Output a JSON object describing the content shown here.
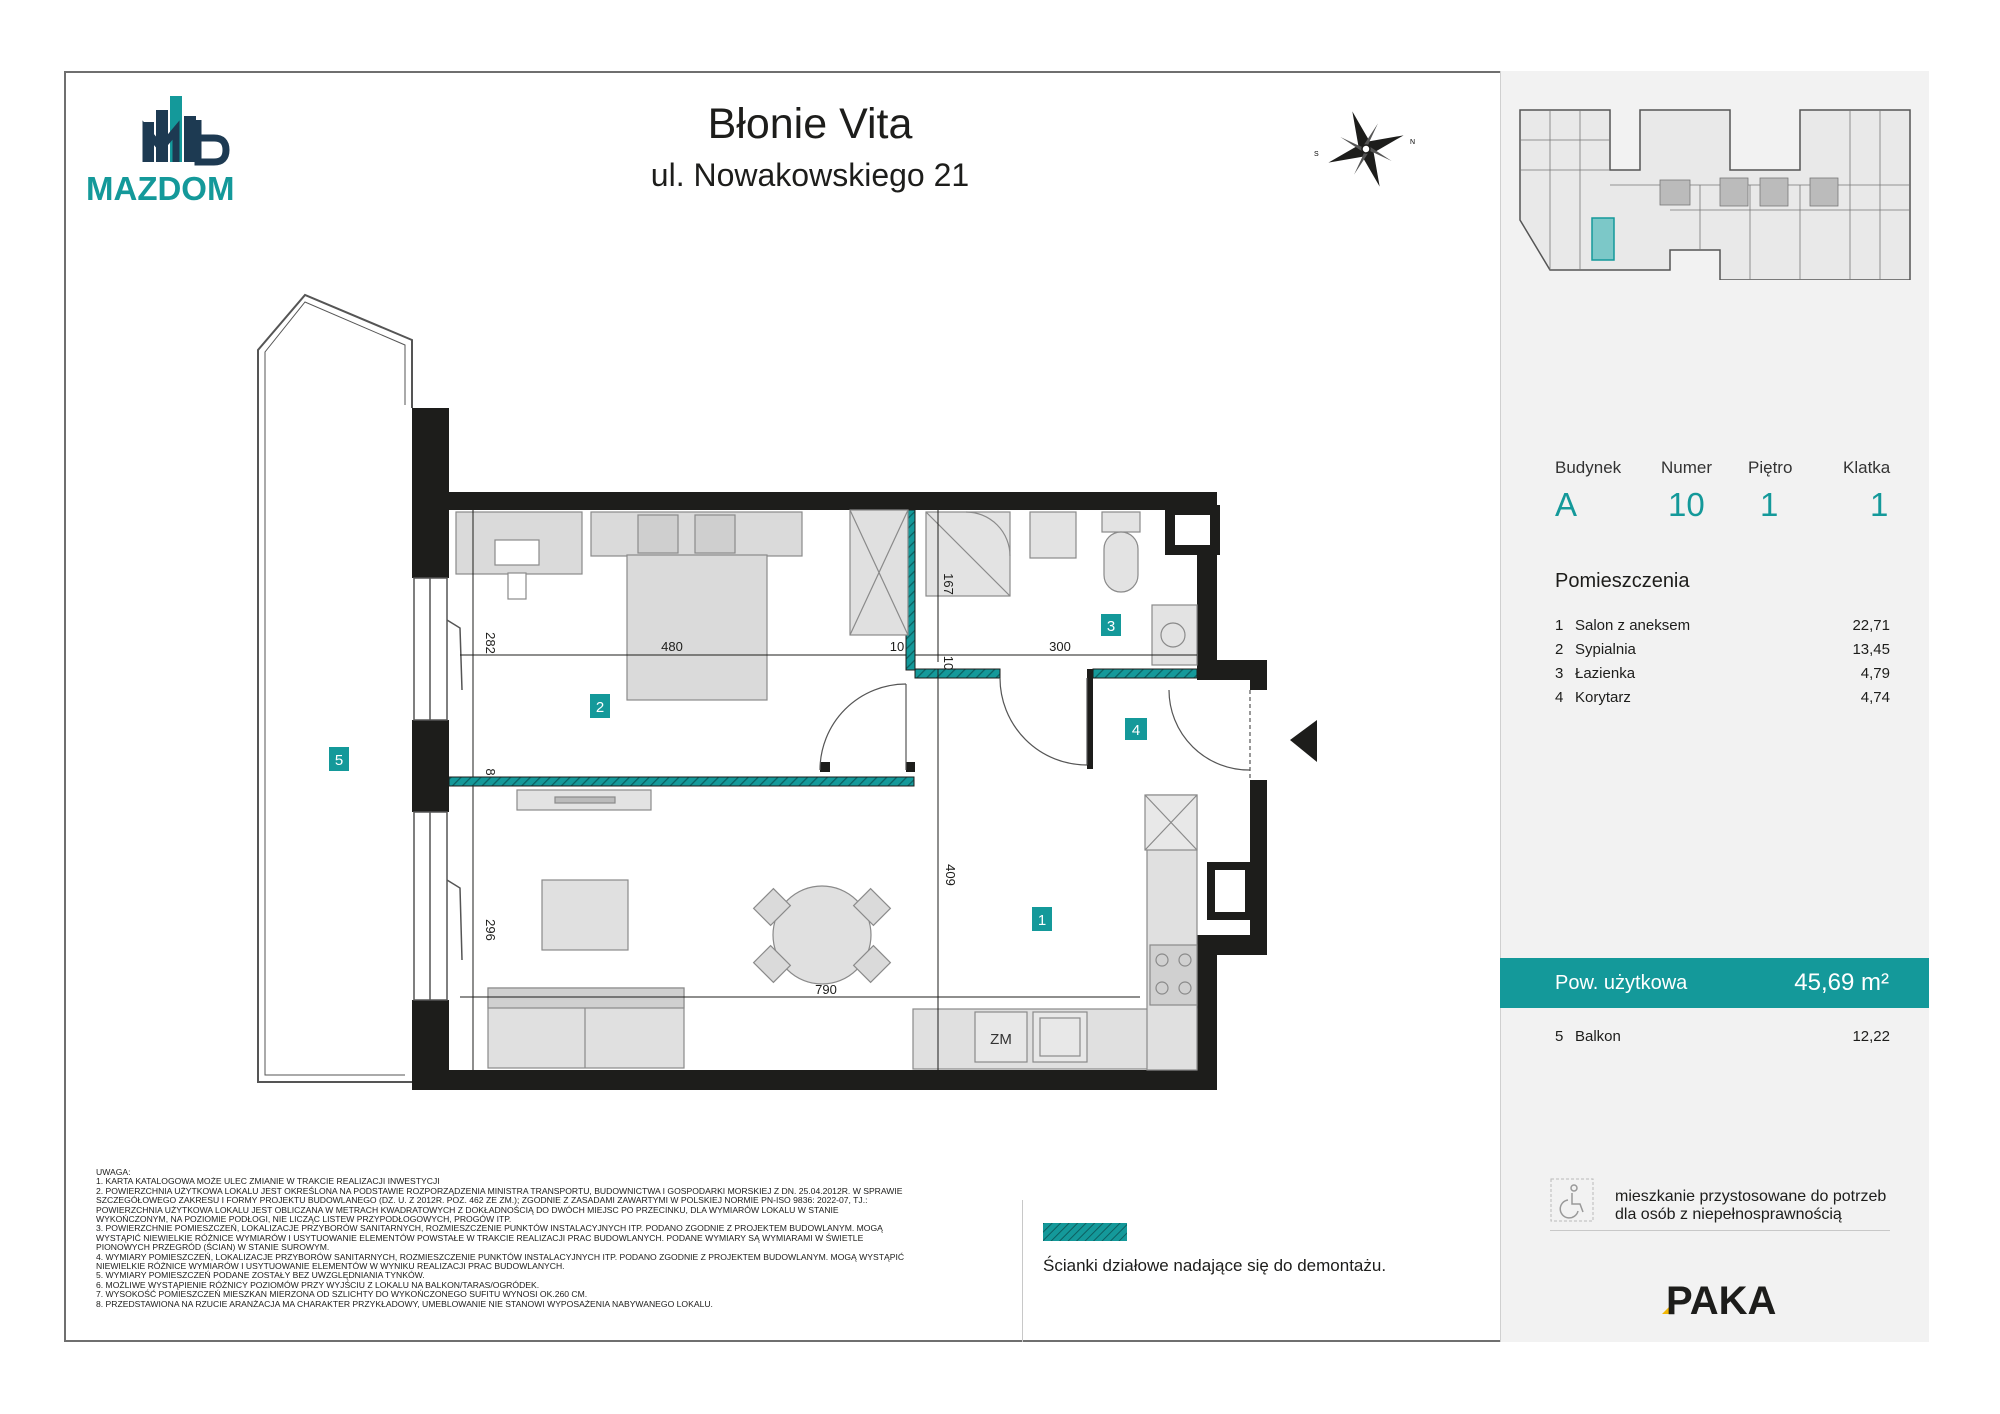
{
  "header": {
    "title": "Błonie Vita",
    "subtitle": "ul. Nowakowskiego 21"
  },
  "logo": {
    "name": "MAZDOM",
    "brand_color": "#14999a"
  },
  "compass": {
    "north_label": "N",
    "south_label": "S"
  },
  "info": {
    "labels": [
      "Budynek",
      "Numer",
      "Piętro",
      "Klatka"
    ],
    "values": [
      "A",
      "10",
      "1",
      "1"
    ]
  },
  "rooms_title": "Pomieszczenia",
  "rooms": [
    {
      "num": "1",
      "name": "Salon z aneksem",
      "area": "22,71"
    },
    {
      "num": "2",
      "name": "Sypialnia",
      "area": "13,45"
    },
    {
      "num": "3",
      "name": "Łazienka",
      "area": "4,79"
    },
    {
      "num": "4",
      "name": "Korytarz",
      "area": "4,74"
    }
  ],
  "usable_area": {
    "label": "Pow. użytkowa",
    "value": "45,69 m²"
  },
  "balcony": {
    "num": "5",
    "name": "Balkon",
    "area": "12,22"
  },
  "accessibility_text": [
    "mieszkanie przystosowane do potrzeb",
    "dla osób z niepełnosprawnością"
  ],
  "legend_text": "Ścianki działowe nadające się do demontażu.",
  "developer_logo": "PAKA",
  "notes": [
    "UWAGA:",
    "1. KARTA KATALOGOWA MOŻE ULEC ZMIANIE W TRAKCIE REALIZACJI INWESTYCJI",
    "2. POWIERZCHNIA UŻYTKOWA LOKALU JEST OKREŚLONA NA PODSTAWIE ROZPORZĄDZENIA MINISTRA TRANSPORTU, BUDOWNICTWA I GOSPODARKI MORSKIEJ Z DN. 25.04.2012R. W SPRAWIE",
    "   SZCZEGÓŁOWEGO ZAKRESU I FORMY PROJEKTU BUDOWLANEGO (DZ. U. Z 2012R. POZ. 462 ZE ZM.); ZGODNIE Z ZASADAMI ZAWARTYMI W POLSKIEJ NORMIE PN-ISO 9836: 2022-07, TJ.:",
    "   POWIERZCHNIA UŻYTKOWA LOKALU JEST OBLICZANA W METRACH KWADRATOWYCH Z DOKŁADNOŚCIĄ DO DWÓCH MIEJSC PO PRZECINKU, DLA WYMIARÓW LOKALU W STANIE",
    "   WYKOŃCZONYM, NA POZIOMIE PODŁOGI, NIE LICZĄC LISTEW PRZYPODŁOGOWYCH, PROGÓW ITP.",
    "3. POWIERZCHNIE POMIESZCZEŃ, LOKALIZACJE PRZYBORÓW SANITARNYCH, ROZMIESZCZENIE PUNKTÓW INSTALACYJNYCH ITP. PODANO ZGODNIE Z PROJEKTEM BUDOWLANYM. MOGĄ",
    "   WYSTĄPIĆ NIEWIELKIE RÓŻNICE WYMIARÓW I USYTUOWANIE ELEMENTÓW POWSTAŁE W TRAKCIE REALIZACJI PRAC BUDOWLANYCH. PODANE WYMIARY SĄ WYMIARAMI W ŚWIETLE",
    "   PIONOWYCH PRZEGRÓD (ŚCIAN) W STANIE SUROWYM.",
    "4. WYMIARY POMIESZCZEŃ, LOKALIZACJE PRZYBORÓW SANITARNYCH, ROZMIESZCZENIE PUNKTÓW INSTALACYJNYCH ITP. PODANO ZGODNIE Z PROJEKTEM BUDOWLANYM. MOGĄ WYSTĄPIĆ",
    "   NIEWIELKIE RÓŻNICE WYMIARÓW I USYTUOWANIE ELEMENTÓW W WYNIKU REALIZACJI PRAC BUDOWLANYCH.",
    "5. WYMIARY POMIESZCZEŃ PODANE ZOSTAŁY BEZ UWZGLĘDNIANIA TYNKÓW.",
    "6. MOŻLIWE WYSTĄPIENIE RÓŻNICY POZIOMÓW PRZY WYJŚCIU Z LOKALU NA BALKON/TARAS/OGRÓDEK.",
    "7. WYSOKOŚĆ POMIESZCZEŃ MIESZKAN MIERZONA OD SZLICHTY DO WYKOŃCZONEGO SUFITU WYNOSI OK.260 CM.",
    "8. PRZEDSTAWIONA NA RZUCIE ARANŻACJA MA CHARAKTER PRZYKŁADOWY, UMEBLOWANIE NIE STANOWI WYPOSAŻENIA NABYWANEGO LOKALU."
  ],
  "plan": {
    "room_labels": [
      "1",
      "2",
      "3",
      "4",
      "5"
    ],
    "dimensions": [
      "480",
      "10",
      "300",
      "282",
      "167",
      "10",
      "8",
      "409",
      "296",
      "790"
    ],
    "appliance_label": "ZM"
  },
  "colors": {
    "accent": "#14999a",
    "wall": "#1d1d1b"
  }
}
